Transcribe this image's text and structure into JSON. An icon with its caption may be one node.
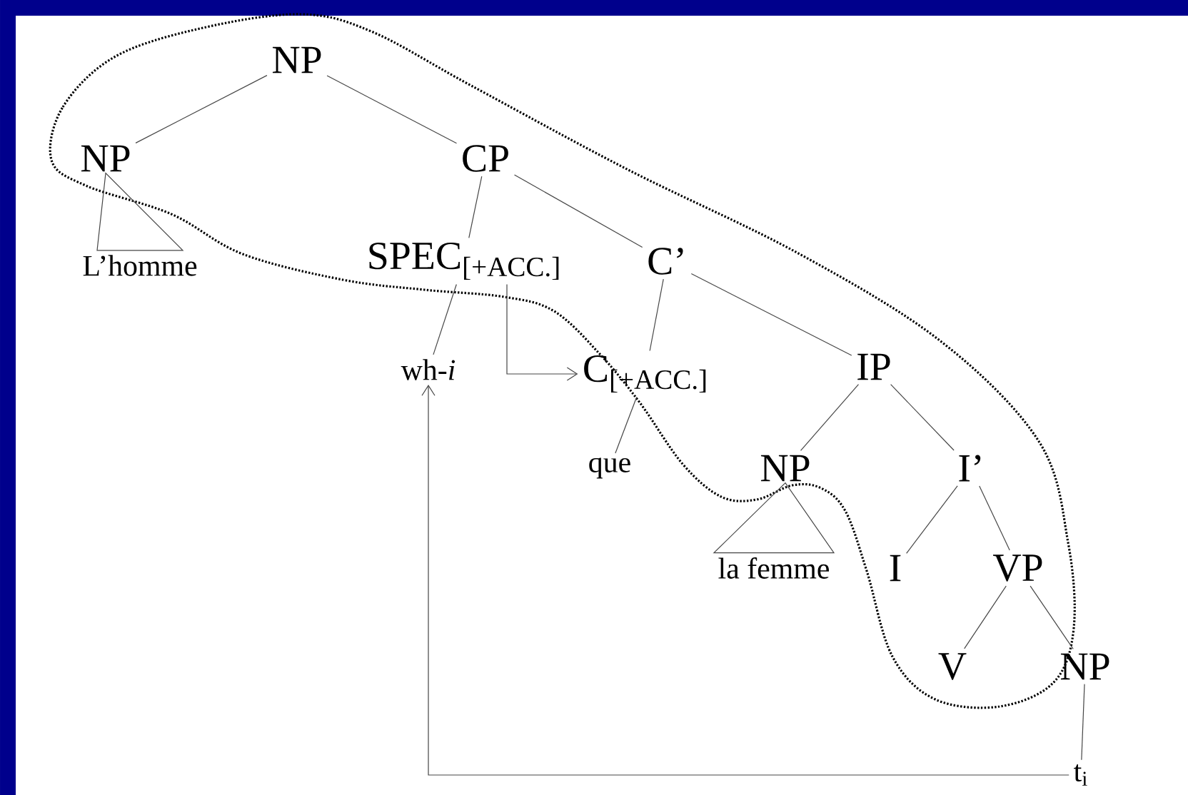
{
  "diagram": {
    "nodes": [
      {
        "text": [
          "NP"
        ]
      },
      {
        "text": [
          "NP"
        ]
      },
      {
        "text": [
          "CP"
        ]
      },
      {
        "text": [
          "L’homme"
        ]
      },
      {
        "text": [
          "SPEC$_{[+ACC.]}$"
        ]
      },
      {
        "text": [
          "C’"
        ]
      },
      {
        "text": [
          "wh-*i*"
        ]
      },
      {
        "text": [
          "C$_{[+ACC.]}$"
        ]
      },
      {
        "text": [
          "IP"
        ]
      },
      {
        "text": [
          "que"
        ]
      },
      {
        "text": [
          "NP"
        ]
      },
      {
        "text": [
          "I’"
        ]
      },
      {
        "text": [
          "la femme"
        ]
      },
      {
        "text": [
          "I"
        ]
      },
      {
        "text": [
          "VP"
        ]
      },
      {
        "text": [
          "V"
        ]
      },
      {
        "text": [
          "NP"
        ]
      },
      {
        "text": [
          "t$_{i}$"
        ]
      }
    ],
    "edges": [
      {
        "from": 0,
        "to": 1,
        "arrow": "none"
      },
      {
        "from": 0,
        "to": 2,
        "arrow": "none"
      },
      {
        "from": 1,
        "to": 3,
        "arrow": "none"
      },
      {
        "from": 2,
        "to": 4,
        "arrow": "none"
      },
      {
        "from": 2,
        "to": 5,
        "arrow": "none"
      },
      {
        "from": 4,
        "to": 6,
        "arrow": "none"
      },
      {
        "from": 5,
        "to": 7,
        "arrow": "none"
      },
      {
        "from": 5,
        "to": 8,
        "arrow": "none"
      },
      {
        "from": 7,
        "to": 9,
        "arrow": "none"
      },
      {
        "from": 8,
        "to": 10,
        "arrow": "none"
      },
      {
        "from": 8,
        "to": 11,
        "arrow": "none"
      },
      {
        "from": 10,
        "to": 12,
        "arrow": "none"
      },
      {
        "from": 11,
        "to": 13,
        "arrow": "none"
      },
      {
        "from": 11,
        "to": 14,
        "arrow": "none"
      },
      {
        "from": 14,
        "to": 15,
        "arrow": "none"
      },
      {
        "from": 14,
        "to": 16,
        "arrow": "none"
      },
      {
        "from": 16,
        "to": 17,
        "arrow": "none"
      },
      {
        "from": 4,
        "to": 7,
        "arrow": "to"
      },
      {
        "from": 17,
        "to": 6,
        "arrow": "to"
      }
    ]
  }
}
